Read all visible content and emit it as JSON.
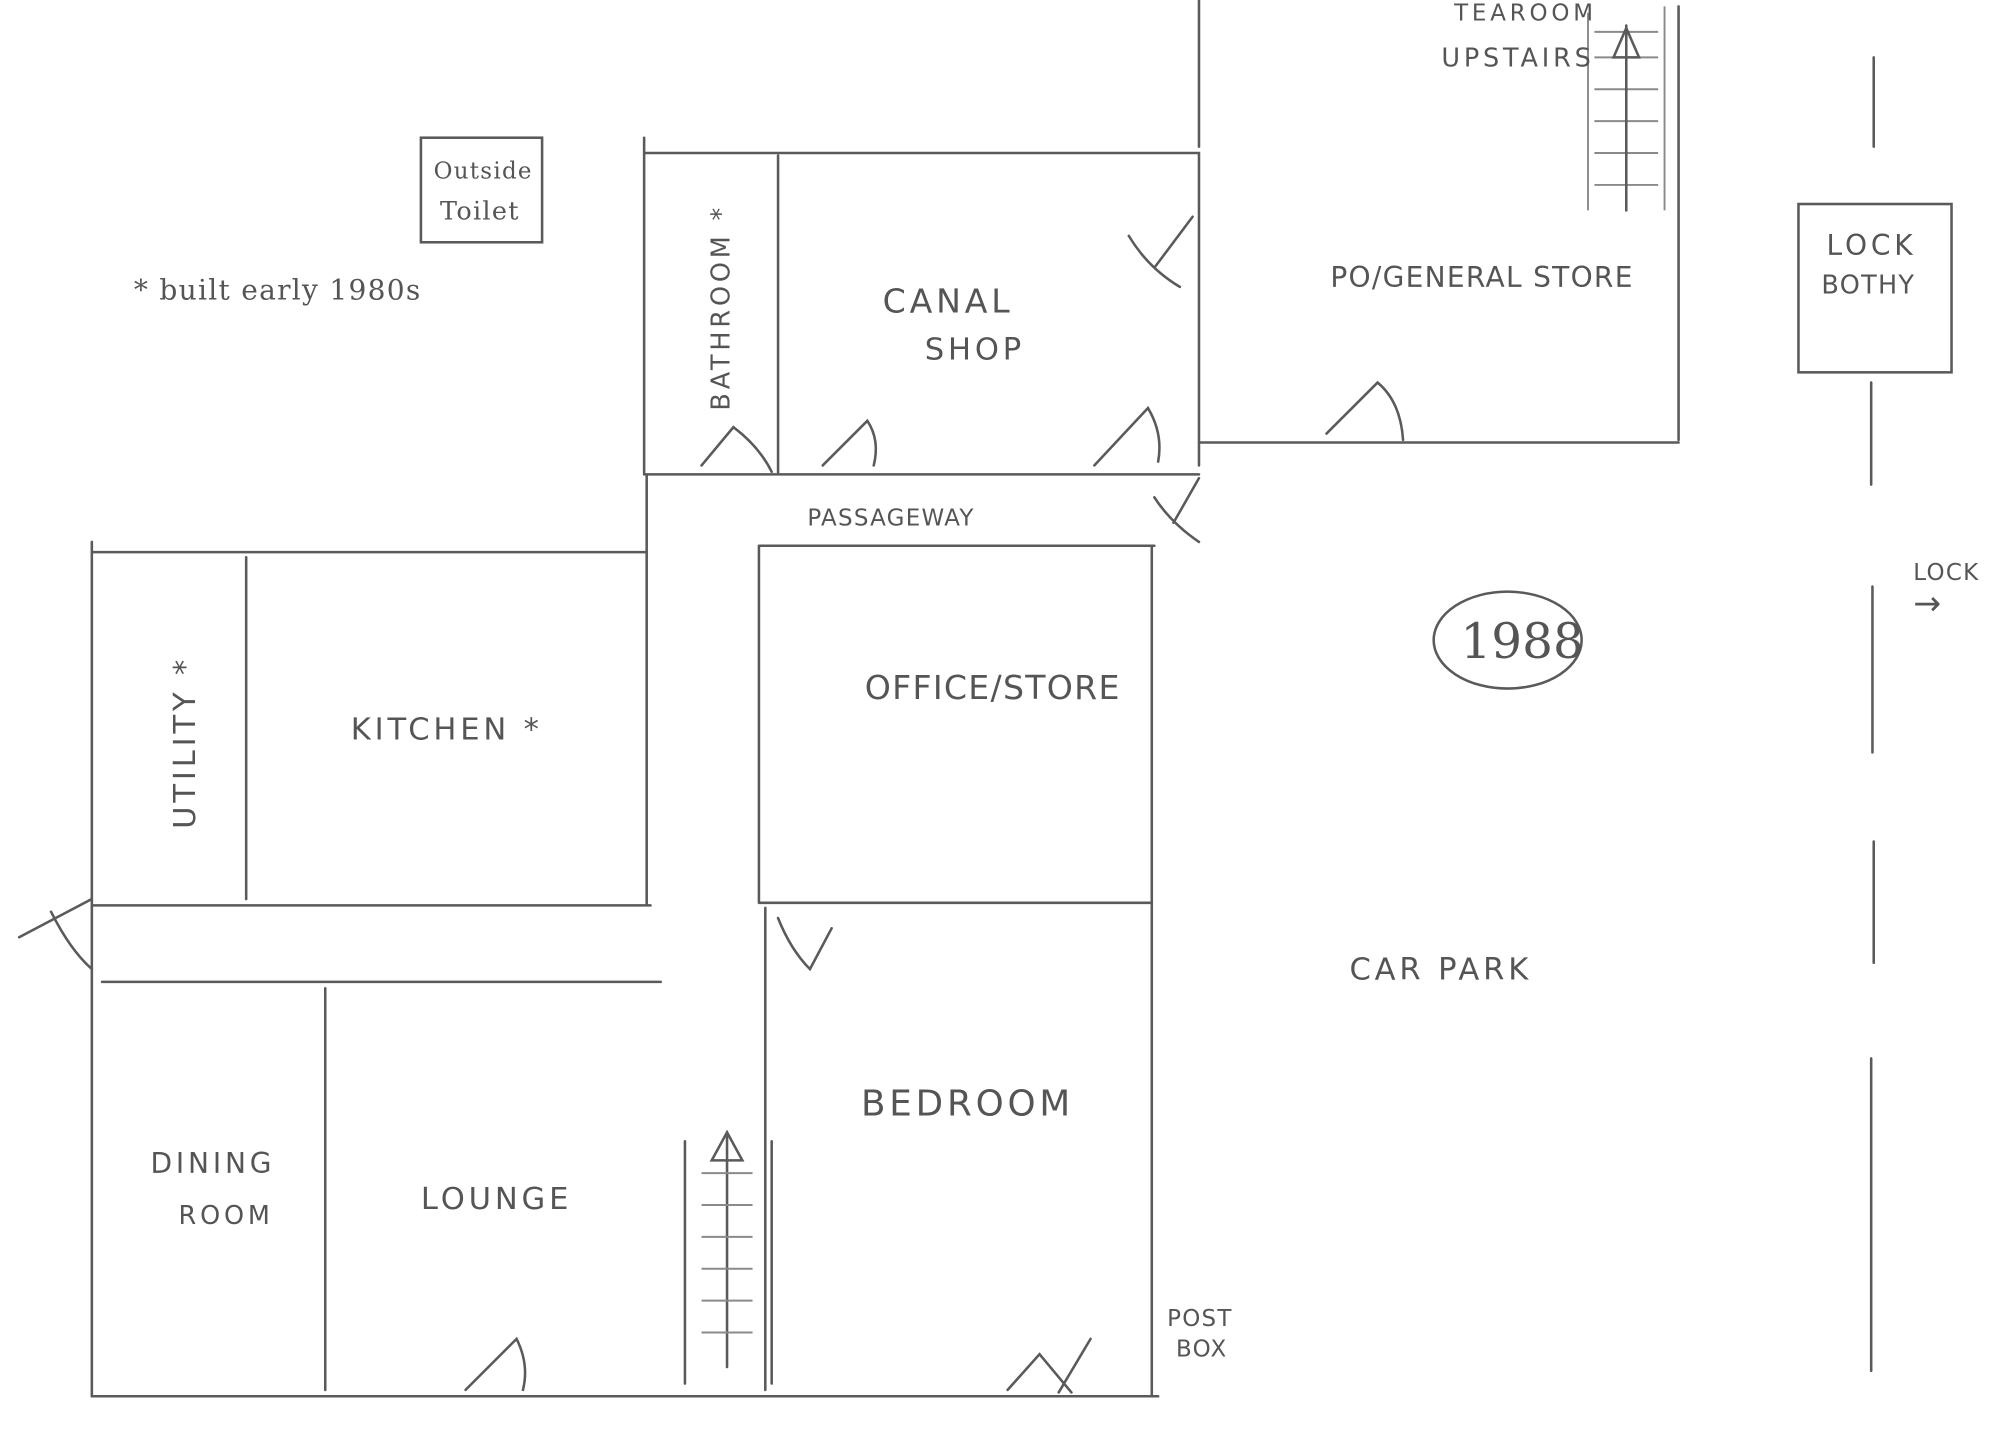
{
  "labels": {
    "tearoom": "TEAROOM",
    "upstairs": "UPSTAIRS",
    "outside_toilet_1": "Outside",
    "outside_toilet_2": "Toilet",
    "built_note": "* built early 1980s",
    "bathroom": "BATHROOM *",
    "canal_shop_1": "CANAL",
    "canal_shop_2": "SHOP",
    "po_store": "PO/GENERAL STORE",
    "lock_bothy_1": "LOCK",
    "lock_bothy_2": "BOTHY",
    "passageway": "PASSAGEWAY",
    "lock": "LOCK",
    "lock_arrow": "→",
    "year": "1988",
    "utility": "UTILITY *",
    "kitchen": "KITCHEN *",
    "office_store": "OFFICE/STORE",
    "car_park": "CAR PARK",
    "bedroom": "BEDROOM",
    "dining_1": "DINING",
    "dining_2": "ROOM",
    "lounge": "LOUNGE",
    "post_box_1": "POST",
    "post_box_2": "BOX"
  },
  "colors": {
    "ink": "#5a5a5a",
    "paper": "#ffffff"
  }
}
